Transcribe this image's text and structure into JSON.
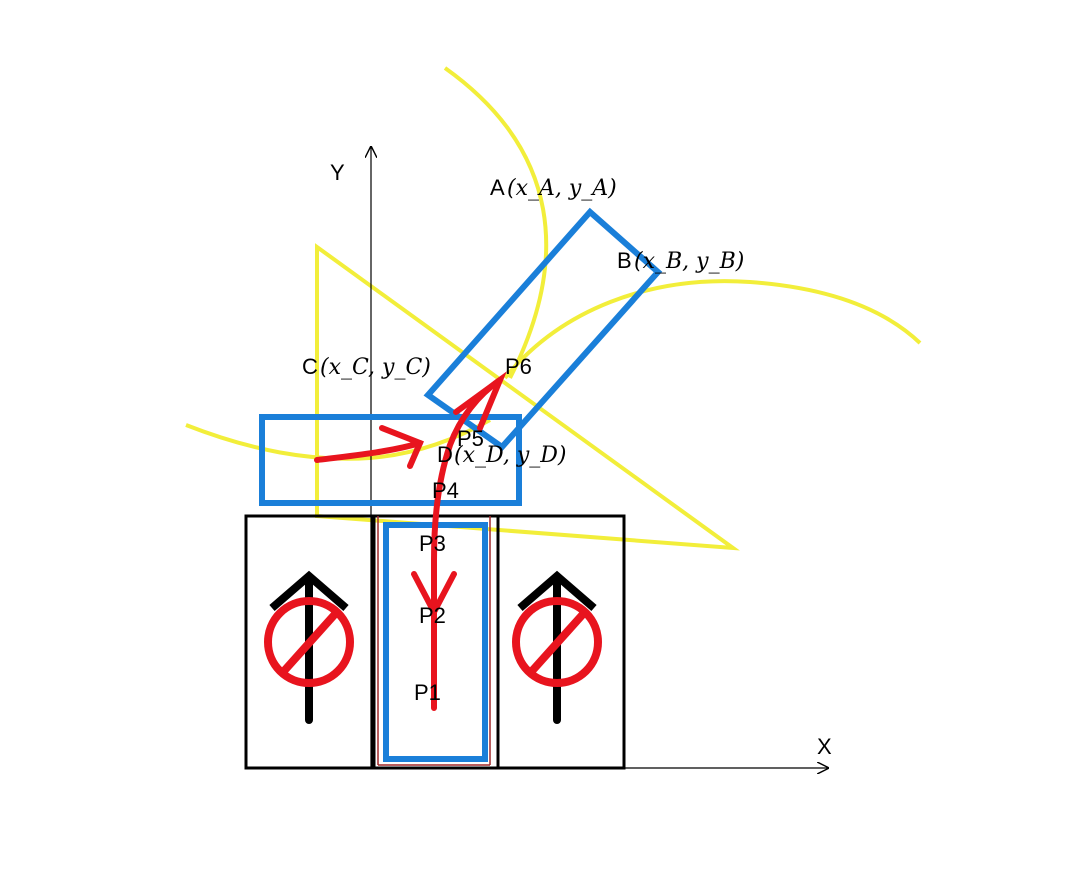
{
  "axes": {
    "x_label": "X",
    "y_label": "Y"
  },
  "points": {
    "A": {
      "name": "A",
      "coords": "(x_A, y_A)"
    },
    "B": {
      "name": "B",
      "coords": "(x_B, y_B)"
    },
    "C": {
      "name": "C",
      "coords": "(x_C, y_C)"
    },
    "D": {
      "name": "D",
      "coords": "(x_D, y_D)"
    }
  },
  "path_points": [
    "P1",
    "P2",
    "P3",
    "P4",
    "P5",
    "P6"
  ],
  "colors": {
    "vehicle_outline": "#1a7fd9",
    "trajectory": "#e8141e",
    "curves": "#f2ee3a",
    "prohibited": "#e8141e",
    "slot_outline": "#000000"
  },
  "icons": [
    "no-entry-icon",
    "arrow-up-icon"
  ]
}
